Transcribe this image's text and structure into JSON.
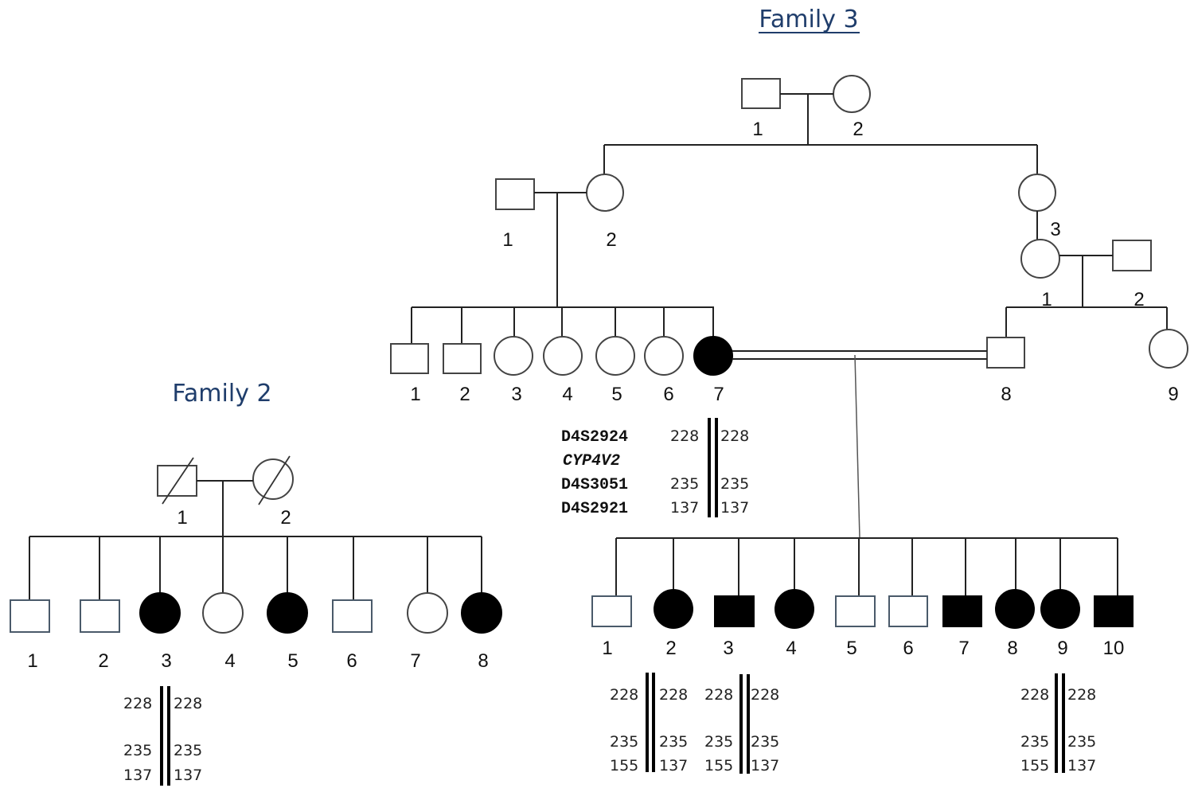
{
  "family3": {
    "title": "Family 3",
    "generation1": [
      {
        "id": "1",
        "sex": "male",
        "affected": false
      },
      {
        "id": "2",
        "sex": "female",
        "affected": false
      }
    ],
    "generation2_left_couple": [
      {
        "id": "1",
        "sex": "male",
        "affected": false
      },
      {
        "id": "2",
        "sex": "female",
        "affected": false
      }
    ],
    "generation2_right": {
      "id": "3",
      "sex": "female",
      "affected": false
    },
    "generation3_right_couple": [
      {
        "id": "1",
        "sex": "female",
        "affected": false
      },
      {
        "id": "2",
        "sex": "male",
        "affected": false
      }
    ],
    "generation3_siblings": [
      {
        "id": "1",
        "sex": "male",
        "affected": false
      },
      {
        "id": "2",
        "sex": "male",
        "affected": false
      },
      {
        "id": "3",
        "sex": "female",
        "affected": false
      },
      {
        "id": "4",
        "sex": "female",
        "affected": false
      },
      {
        "id": "5",
        "sex": "female",
        "affected": false
      },
      {
        "id": "6",
        "sex": "female",
        "affected": false
      },
      {
        "id": "7",
        "sex": "female",
        "affected": true
      }
    ],
    "generation3_cousins": [
      {
        "id": "8",
        "sex": "male",
        "affected": false
      },
      {
        "id": "9",
        "sex": "female",
        "affected": false
      }
    ],
    "consanguineous_marriage": "7 = 8",
    "children": [
      {
        "id": "1",
        "sex": "male",
        "affected": false
      },
      {
        "id": "2",
        "sex": "female",
        "affected": true
      },
      {
        "id": "3",
        "sex": "male",
        "affected": true
      },
      {
        "id": "4",
        "sex": "female",
        "affected": true
      },
      {
        "id": "5",
        "sex": "male",
        "affected": false
      },
      {
        "id": "6",
        "sex": "male",
        "affected": false
      },
      {
        "id": "7",
        "sex": "male",
        "affected": true
      },
      {
        "id": "8",
        "sex": "female",
        "affected": true
      },
      {
        "id": "9",
        "sex": "female",
        "affected": true
      },
      {
        "id": "10",
        "sex": "male",
        "affected": true
      }
    ],
    "markers": [
      "D4S2924",
      "CYP4V2",
      "D4S3051",
      "D4S2921"
    ],
    "haplotype_mother7": {
      "left": [
        "228",
        "",
        "235",
        "137"
      ],
      "right": [
        "228",
        "",
        "235",
        "137"
      ]
    },
    "haplotype_child2": {
      "left": [
        "228",
        "235",
        "155"
      ],
      "right": [
        "228",
        "235",
        "137"
      ]
    },
    "haplotype_child3": {
      "left": [
        "228",
        "235",
        "155"
      ],
      "right": [
        "228",
        "235",
        "137"
      ]
    },
    "haplotype_child9": {
      "left": [
        "228",
        "235",
        "155"
      ],
      "right": [
        "228",
        "235",
        "137"
      ]
    }
  },
  "family2": {
    "title": "Family 2",
    "parents": [
      {
        "id": "1",
        "sex": "male",
        "affected": false,
        "deceased": true
      },
      {
        "id": "2",
        "sex": "female",
        "affected": false,
        "deceased": true
      }
    ],
    "children": [
      {
        "id": "1",
        "sex": "male",
        "affected": false
      },
      {
        "id": "2",
        "sex": "male",
        "affected": false
      },
      {
        "id": "3",
        "sex": "female",
        "affected": true
      },
      {
        "id": "4",
        "sex": "female",
        "affected": false
      },
      {
        "id": "5",
        "sex": "female",
        "affected": true
      },
      {
        "id": "6",
        "sex": "male",
        "affected": false
      },
      {
        "id": "7",
        "sex": "female",
        "affected": false
      },
      {
        "id": "8",
        "sex": "female",
        "affected": true
      }
    ],
    "haplotype_child3": {
      "left": [
        "228",
        "235",
        "137"
      ],
      "right": [
        "228",
        "235",
        "137"
      ]
    }
  }
}
